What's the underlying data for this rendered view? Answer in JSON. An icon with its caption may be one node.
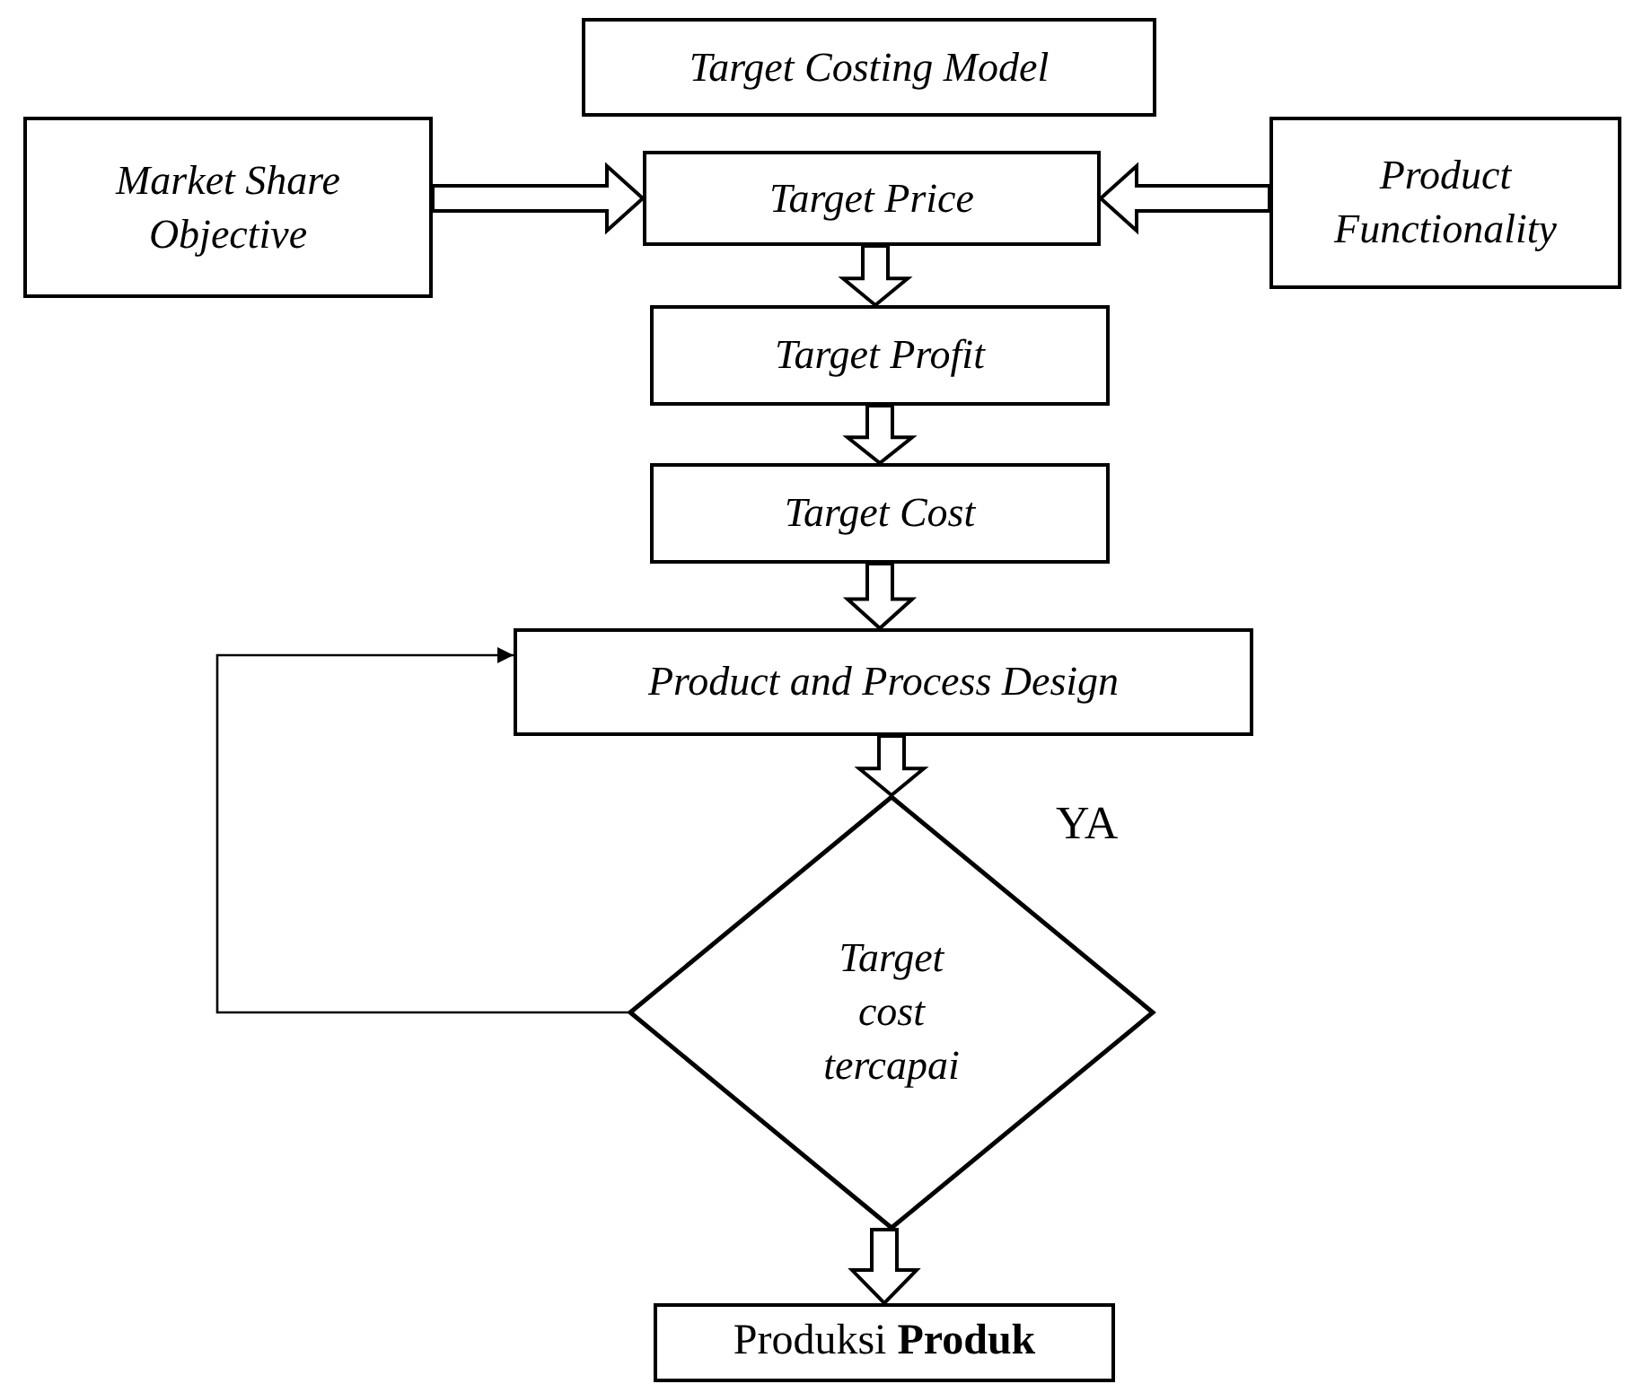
{
  "diagram": {
    "nodes": [
      {
        "text": [
          "Target Costing Model"
        ]
      },
      {
        "text": [
          "Market Share Objective"
        ]
      },
      {
        "text": [
          "Target Price"
        ]
      },
      {
        "text": [
          "Product Functionality"
        ]
      },
      {
        "text": [
          "Target Profit"
        ]
      },
      {
        "text": [
          "Target Cost"
        ]
      },
      {
        "text": [
          "Product and Process Design"
        ]
      },
      {
        "text": [
          "Target cost tercapai"
        ]
      },
      {
        "text": [
          "Produksi **Produk**"
        ]
      }
    ],
    "edges": [
      {
        "from": 1,
        "to": 2,
        "arrow": "to"
      },
      {
        "from": 3,
        "to": 2,
        "arrow": "to"
      },
      {
        "from": 2,
        "to": 4,
        "arrow": "to"
      },
      {
        "from": 4,
        "to": 5,
        "arrow": "to"
      },
      {
        "from": 5,
        "to": 6,
        "arrow": "to"
      },
      {
        "from": 6,
        "to": 7,
        "arrow": "to"
      },
      {
        "from": 7,
        "to": 8,
        "arrow": "to"
      },
      {
        "from": 7,
        "to": 6,
        "arrow": "to"
      }
    ],
    "labels": [
      "YA"
    ]
  }
}
